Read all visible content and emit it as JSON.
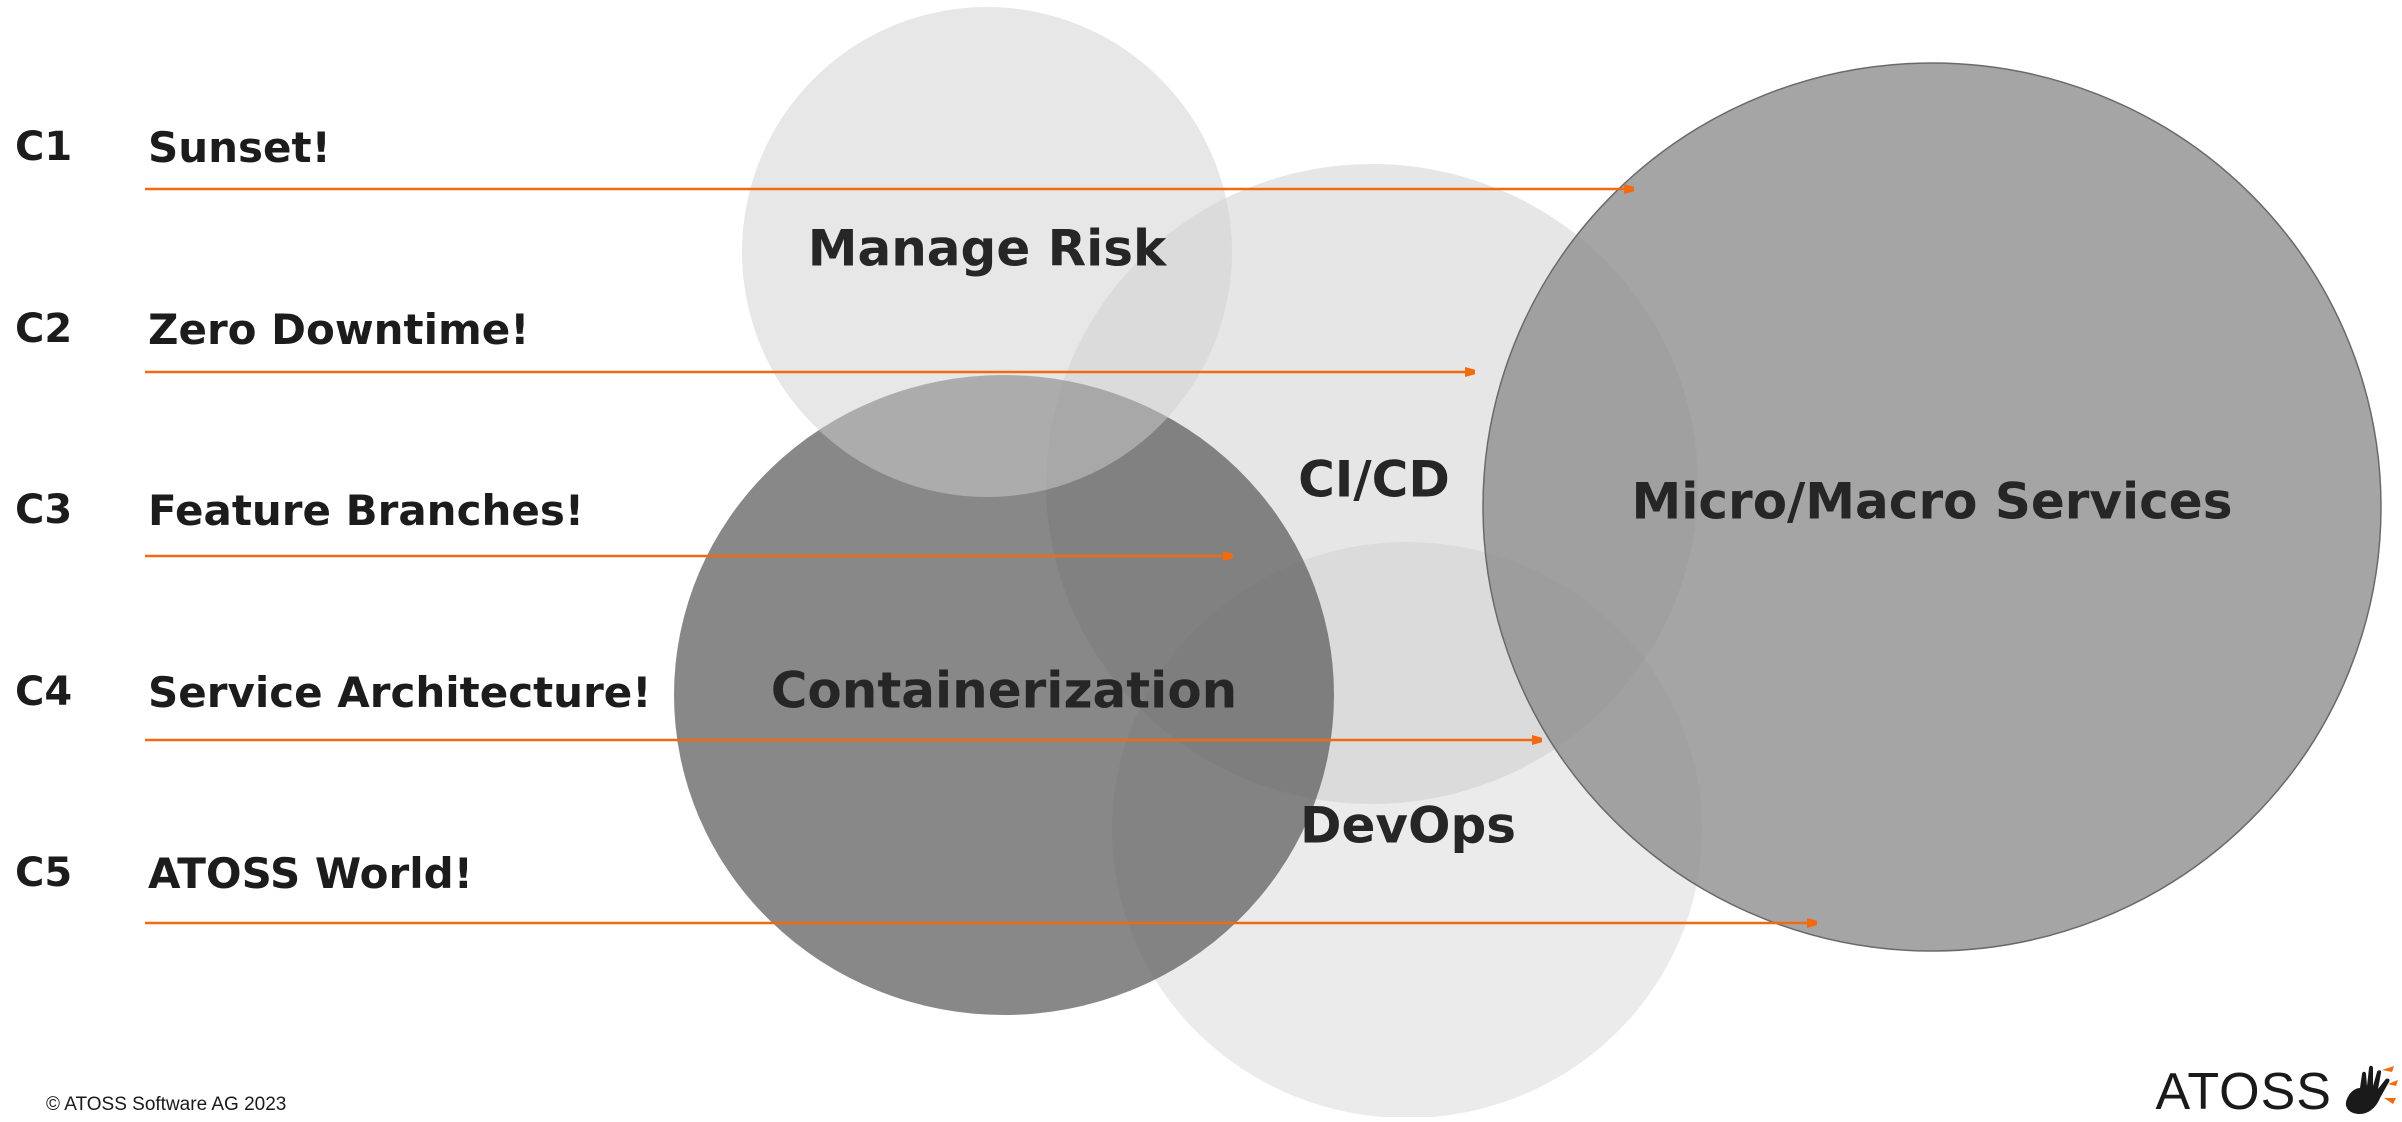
{
  "rows": [
    {
      "code": "C1",
      "label": "Sunset!"
    },
    {
      "code": "C2",
      "label": "Zero Downtime!"
    },
    {
      "code": "C3",
      "label": "Feature Branches!"
    },
    {
      "code": "C4",
      "label": "Service Architecture!"
    },
    {
      "code": "C5",
      "label": "ATOSS World!"
    }
  ],
  "circles": {
    "manage_risk": "Manage Risk",
    "ci_cd": "CI/CD",
    "containerization": "Containerization",
    "devops": "DevOps",
    "micro_macro": "Micro/Macro Services"
  },
  "footer": {
    "copyright": "© ATOSS Software AG 2023"
  },
  "logo": {
    "text": "ATOSS"
  },
  "colors": {
    "arrow": "#f26a10",
    "accent_logo": "#f26a10"
  }
}
